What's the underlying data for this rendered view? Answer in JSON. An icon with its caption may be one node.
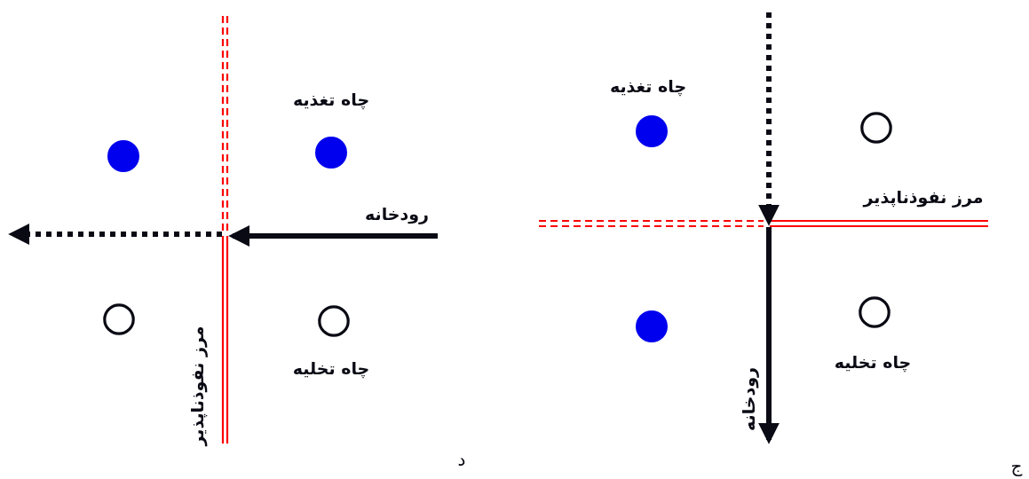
{
  "diagram": {
    "nodes": [
      {
        "text": [],
        "shape": "circle"
      },
      {
        "text": [],
        "shape": "circle",
        "beside": [
          "چاه تغذیه"
        ]
      },
      {
        "text": [],
        "shape": "circle"
      },
      {
        "text": [],
        "shape": "circle",
        "beside": [
          "چاه تخلیه"
        ]
      },
      {
        "text": [],
        "shape": "circle",
        "beside": [
          "چاه تغذیه"
        ]
      },
      {
        "text": [],
        "shape": "circle"
      },
      {
        "text": [],
        "shape": "circle"
      },
      {
        "text": [],
        "shape": "circle",
        "beside": [
          "چاه تخلیه"
        ]
      }
    ],
    "edges": [],
    "labels": [
      "رودخانه",
      "مرز نفوذناپذیر",
      "د",
      "مرز نفوذناپذیر",
      "رودخانه",
      "ج"
    ]
  }
}
